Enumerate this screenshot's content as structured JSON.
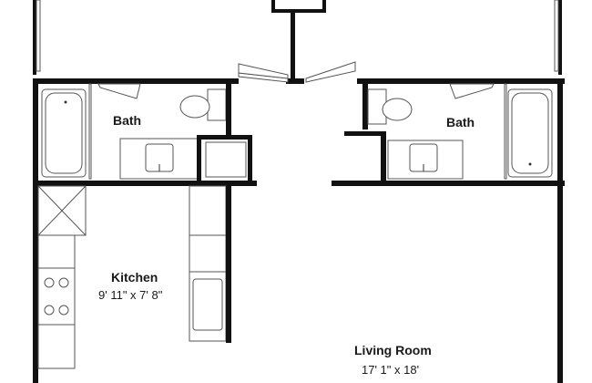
{
  "rooms": {
    "bath_left": {
      "name": "Bath"
    },
    "bath_right": {
      "name": "Bath"
    },
    "kitchen": {
      "name": "Kitchen",
      "dimensions": "9' 11\" x 7' 8\""
    },
    "living": {
      "name": "Living Room",
      "dimensions": "17' 1\" x 18'"
    }
  },
  "colors": {
    "wall": "#111111",
    "fixture_line": "#555555",
    "background": "#ffffff"
  }
}
